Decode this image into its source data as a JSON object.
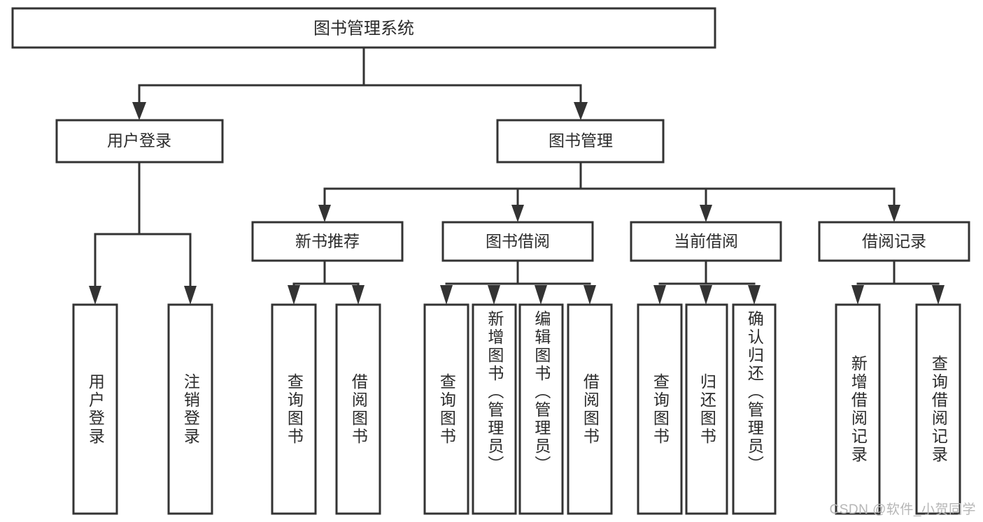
{
  "diagram": {
    "type": "tree-hierarchy-chart",
    "title_node": {
      "label": "图书管理系统"
    },
    "level1": [
      {
        "id": "user-login",
        "label": "用户登录"
      },
      {
        "id": "book-management",
        "label": "图书管理"
      }
    ],
    "level2": [
      {
        "id": "new-book-recommend",
        "label": "新书推荐",
        "parent": "book-management"
      },
      {
        "id": "book-borrow",
        "label": "图书借阅",
        "parent": "book-management"
      },
      {
        "id": "current-borrow",
        "label": "当前借阅",
        "parent": "book-management"
      },
      {
        "id": "borrow-record",
        "label": "借阅记录",
        "parent": "book-management"
      }
    ],
    "leaves": [
      {
        "id": "leaf-user-login",
        "label": "用户登录",
        "parent": "user-login"
      },
      {
        "id": "leaf-logout-login",
        "label": "注销登录",
        "parent": "user-login"
      },
      {
        "id": "leaf-query-book-1",
        "label": "查询图书",
        "parent": "new-book-recommend"
      },
      {
        "id": "leaf-borrow-book-1",
        "label": "借阅图书",
        "parent": "new-book-recommend"
      },
      {
        "id": "leaf-query-book-2",
        "label": "查询图书",
        "parent": "book-borrow"
      },
      {
        "id": "leaf-add-book",
        "label": "新增图书（管理员）",
        "parent": "book-borrow"
      },
      {
        "id": "leaf-edit-book",
        "label": "编辑图书（管理员）",
        "parent": "book-borrow"
      },
      {
        "id": "leaf-borrow-book-2",
        "label": "借阅图书",
        "parent": "book-borrow"
      },
      {
        "id": "leaf-query-book-3",
        "label": "查询图书",
        "parent": "current-borrow"
      },
      {
        "id": "leaf-return-book",
        "label": "归还图书",
        "parent": "current-borrow"
      },
      {
        "id": "leaf-confirm-return",
        "label": "确认归还（管理员）",
        "parent": "current-borrow"
      },
      {
        "id": "leaf-add-record",
        "label": "新增借阅记录",
        "parent": "borrow-record"
      },
      {
        "id": "leaf-query-record",
        "label": "查询借阅记录",
        "parent": "borrow-record"
      }
    ],
    "watermark": "CSDN @软件_小贺同学",
    "colors": {
      "background": "#ffffff",
      "stroke": "#333333",
      "text": "#2b2b2b",
      "watermark": "#b6b6b6"
    }
  }
}
